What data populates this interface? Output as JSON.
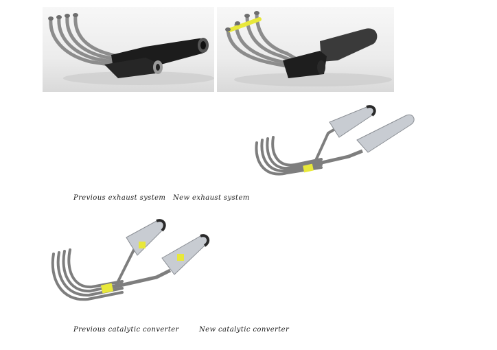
{
  "captions": {
    "previous_exhaust": "Previous exhaust system",
    "new_exhaust": "New exhaust system",
    "previous_catalytic": "Previous catalytic converter",
    "new_catalytic": "New catalytic converter"
  },
  "colors": {
    "pipe_steel": "#8c8c8c",
    "muffler_black": "#1c1c1c",
    "catalyst_yellow": "#e8e83a",
    "translucent_muffler": "#c8ccd2"
  }
}
